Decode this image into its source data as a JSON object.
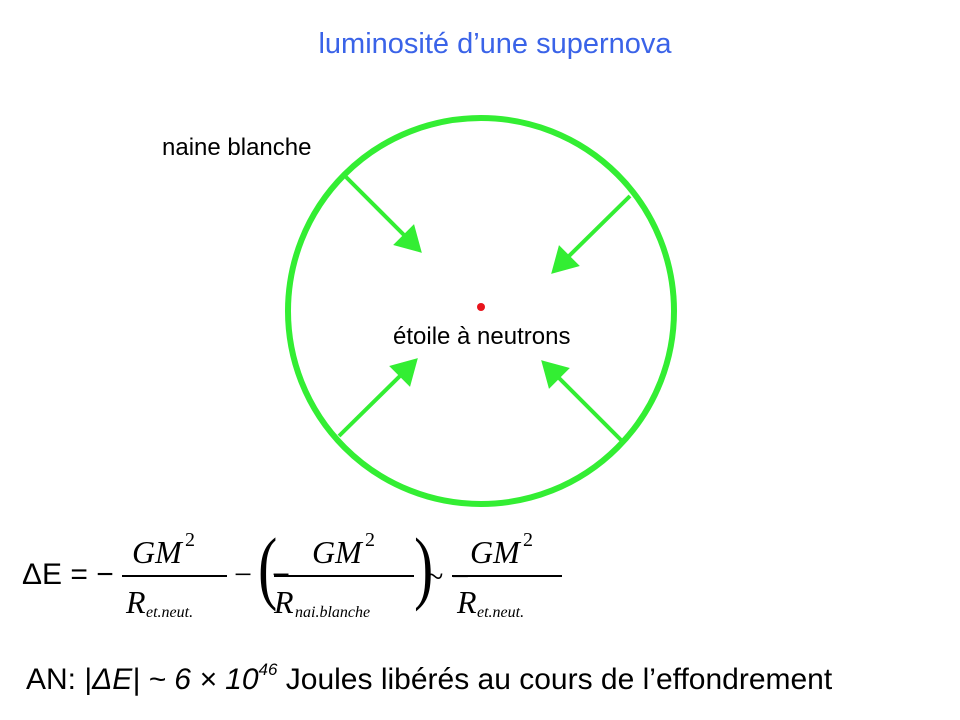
{
  "title": "luminosité d’une supernova",
  "labels": {
    "white_dwarf": "naine blanche",
    "neutron_star": "étoile à neutrons"
  },
  "colors": {
    "title": "#3a63e8",
    "shell": "#33ee33",
    "core": "#e8141c"
  },
  "formula": {
    "lhs": "ΔE = −",
    "num": "GM",
    "sq": "2",
    "R": "R",
    "sub_neut": "et.neut.",
    "sub_nai": "nai.blanche",
    "minus": "−",
    "tilde": "~ −"
  },
  "an": {
    "prefix": "AN: |",
    "delta_e": "ΔE",
    "approx": "| ~ 6 × 10",
    "exp": "46",
    "suffix": " Joules libérés au cours de l’effondrement"
  }
}
